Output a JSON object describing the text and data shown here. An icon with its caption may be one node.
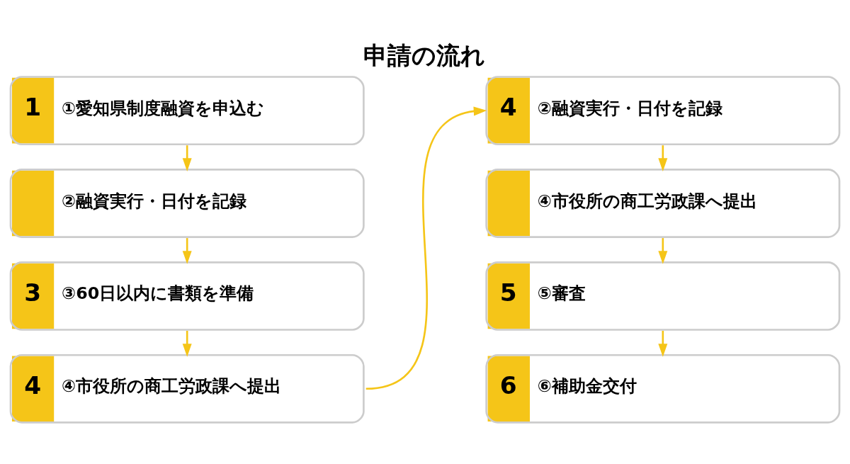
{
  "diagram": {
    "title": "申請の流れ",
    "nodes": [
      {
        "text": [
          "1",
          "①愛知県制度融資を申込む"
        ]
      },
      {
        "text": [
          "②融資実行・日付を記録"
        ]
      },
      {
        "text": [
          "3",
          "③60日以内に書類を準備"
        ]
      },
      {
        "text": [
          "4",
          "④市役所の商工労政課へ提出"
        ]
      },
      {
        "text": [
          "4",
          "②融資実行・日付を記録"
        ]
      },
      {
        "text": [
          "④市役所の商工労政課へ提出"
        ]
      },
      {
        "text": [
          "5",
          "⑤審査"
        ]
      },
      {
        "text": [
          "6",
          "⑥補助金交付"
        ]
      }
    ],
    "edges": [
      {
        "from": 0,
        "to": 1,
        "arrow": "to"
      },
      {
        "from": 1,
        "to": 2,
        "arrow": "to"
      },
      {
        "from": 2,
        "to": 3,
        "arrow": "to"
      },
      {
        "from": 3,
        "to": 4,
        "arrow": "to"
      },
      {
        "from": 4,
        "to": 5,
        "arrow": "to"
      },
      {
        "from": 5,
        "to": 6,
        "arrow": "to"
      },
      {
        "from": 6,
        "to": 7,
        "arrow": "to"
      }
    ]
  }
}
